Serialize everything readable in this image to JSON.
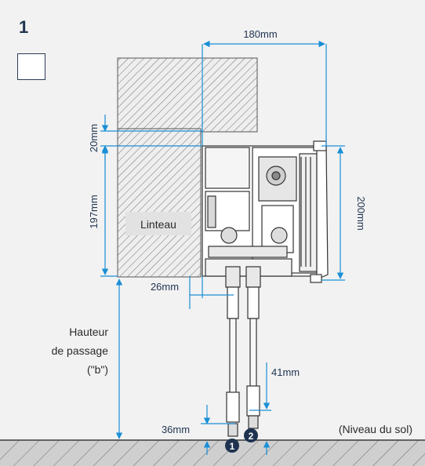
{
  "figure": {
    "number": "1",
    "lintel_label": "Linteau",
    "floor_label": "(Niveau du sol)",
    "passage_label": [
      "Hauteur",
      "de passage",
      "(\"b\")"
    ],
    "badges": [
      "1",
      "2"
    ]
  },
  "dimensions": {
    "width_top": "180mm",
    "gap_top": "20mm",
    "lintel_height": "197mm",
    "rail_height": "200mm",
    "offset": "26mm",
    "floor_gap_left": "36mm",
    "floor_gap_right": "41mm"
  },
  "colors": {
    "dimension": "#1a8fd6",
    "text": "#1f3350",
    "badge": "#1f3350"
  }
}
